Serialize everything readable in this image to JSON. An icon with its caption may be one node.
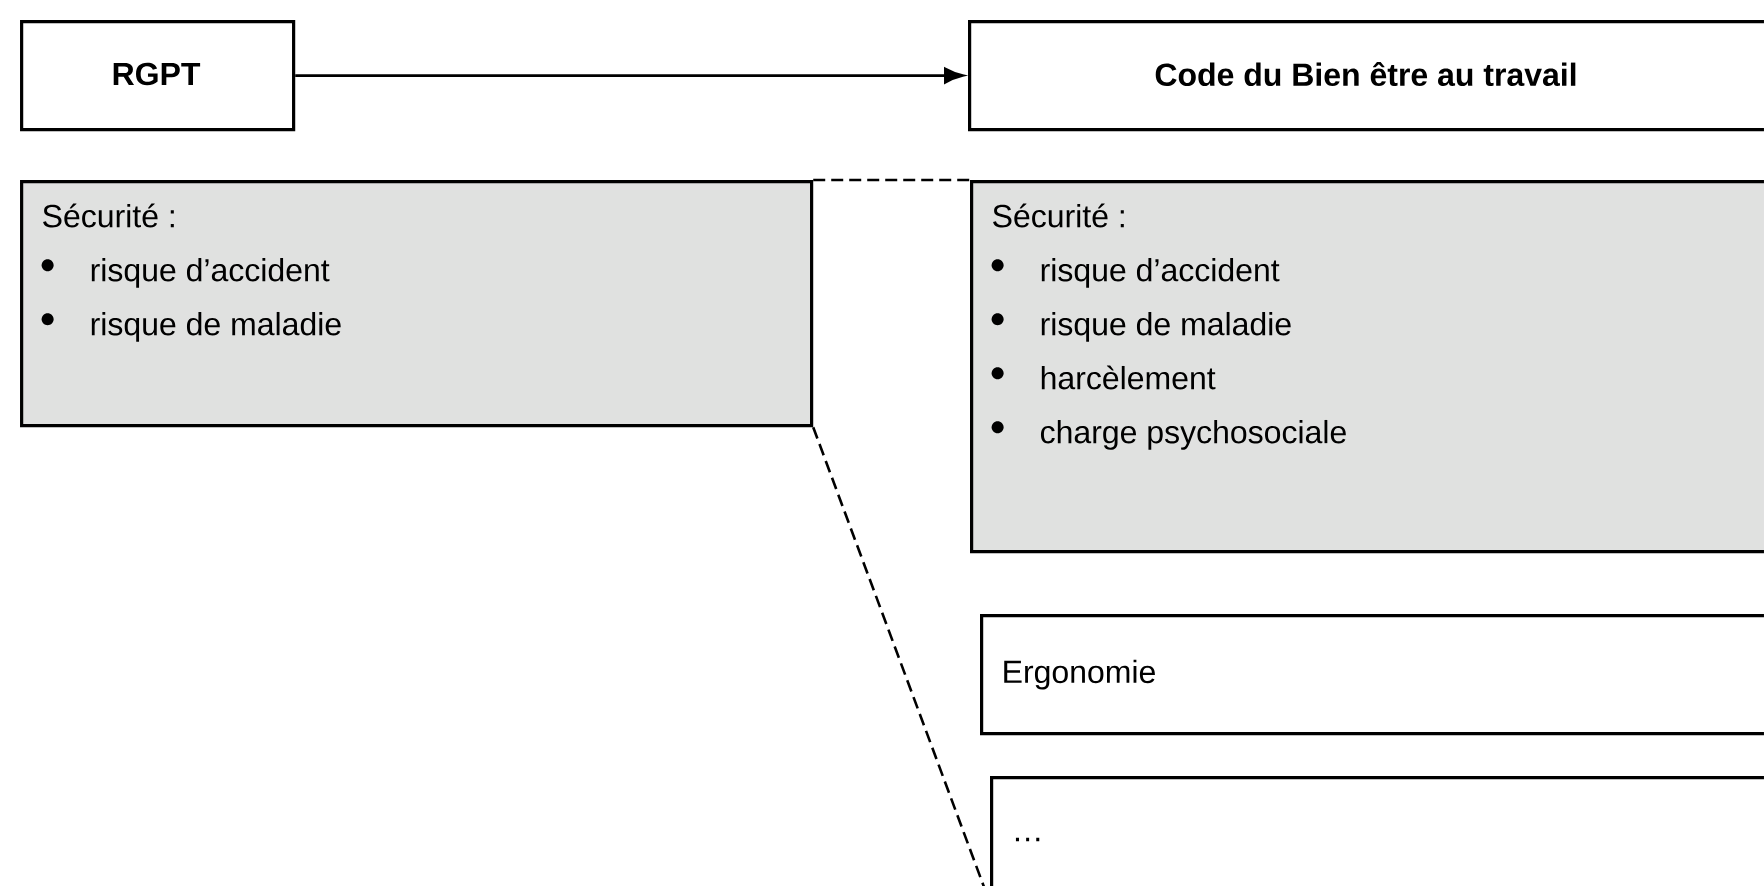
{
  "diagram": {
    "nodes": [
      {
        "text": [
          "RGPT"
        ]
      },
      {
        "text": [
          "Code du Bien être au travail"
        ]
      },
      {
        "text": [
          "Sécurité :",
          "risque d’accident",
          "risque de maladie"
        ]
      },
      {
        "text": [
          "Sécurité :",
          "risque d’accident",
          "risque de maladie",
          "harcèlement",
          "charge psychosociale"
        ]
      },
      {
        "text": [
          "Ergonomie"
        ]
      },
      {
        "text": [
          "…"
        ]
      }
    ],
    "edges": [
      {
        "from": 0,
        "to": 1,
        "arrow": "to"
      },
      {
        "from": 2,
        "to": 3,
        "arrow": "none",
        "style": "dashed"
      },
      {
        "from": 2,
        "to": 5,
        "arrow": "none",
        "style": "dashed"
      }
    ]
  }
}
